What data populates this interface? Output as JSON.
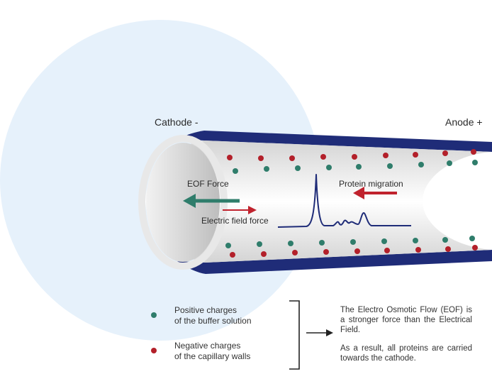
{
  "labels": {
    "cathode": "Cathode -",
    "anode": "Anode +",
    "eof_force": "EOF Force",
    "electric_field_force": "Electric field force",
    "protein_migration": "Protein migration"
  },
  "legend": {
    "positive_line1": "Positive charges",
    "positive_line2": "of the buffer solution",
    "negative_line1": "Negative charges",
    "negative_line2": "of the capillary walls"
  },
  "note": {
    "paragraph1": "The Electro Osmotic Flow (EOF) is a stronger force than the Electrical Field.",
    "paragraph2": "As a result, all proteins are carried towards the cathode."
  },
  "colors": {
    "circle": "#e6f1fb",
    "tube_wall": "#1f2c78",
    "positive_charge": "#2f7d6b",
    "negative_charge": "#b3202a",
    "eof_arrow": "#2f7d6b",
    "field_arrow": "#c0222d",
    "peak_line": "#1f2c78"
  }
}
